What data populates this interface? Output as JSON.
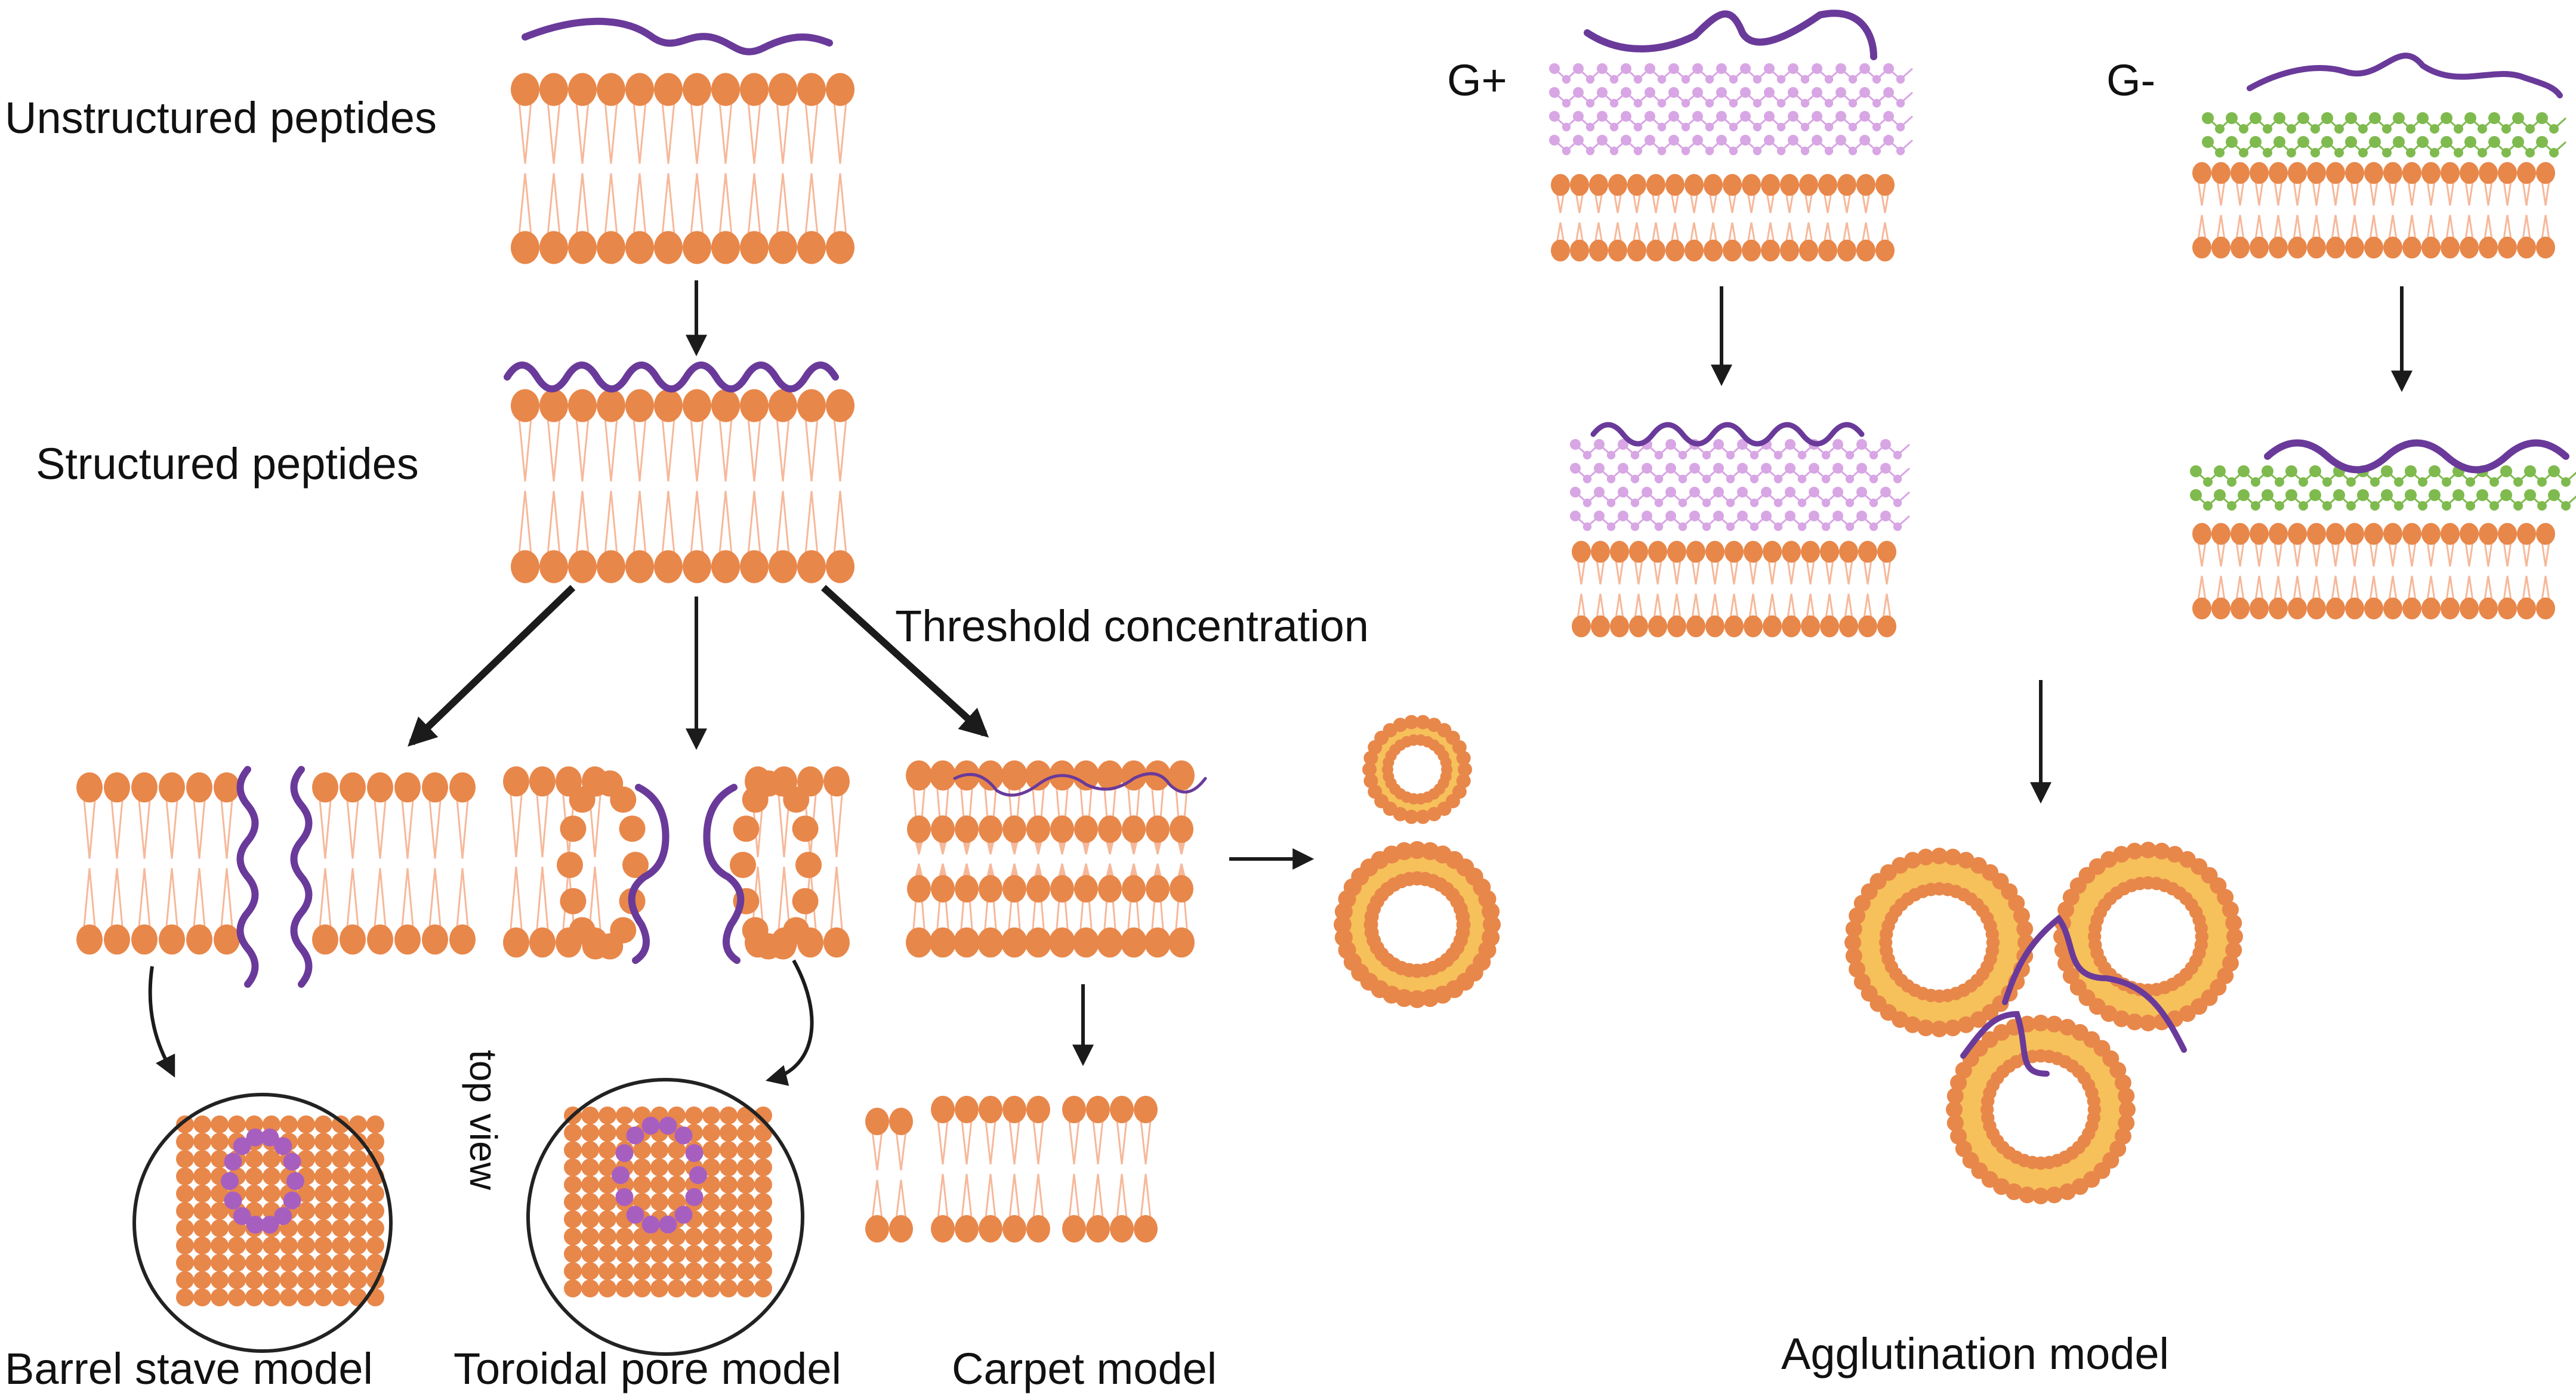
{
  "labels": {
    "unstructured": "Unstructured peptides",
    "structured": "Structured peptides",
    "threshold": "Threshold concentration",
    "top_view": "top view",
    "barrel": "Barrel stave model",
    "toroidal": "Toroidal pore model",
    "carpet": "Carpet model",
    "gpos": "G+",
    "gneg": "G-",
    "agglutination": "Agglutination model"
  },
  "colors": {
    "lipid_head": "#e8874a",
    "lipid_tail": "#f6b89a",
    "peptide": "#6a3a9a",
    "peptide_bead": "#a75fbf",
    "gpos_layer": "#d8a6e4",
    "gneg_layer": "#7fba4f",
    "vesicle_inner": "#f6c05a",
    "vesicle_head": "#e8874a",
    "arrow": "#1b1b1b"
  }
}
